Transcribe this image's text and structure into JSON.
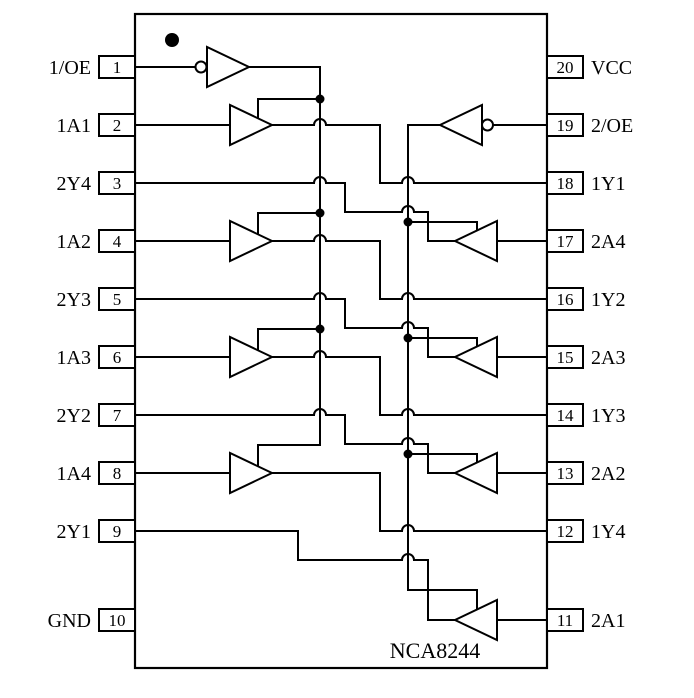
{
  "chip": {
    "title": "NCA8244"
  },
  "colors": {
    "line": "#000000",
    "background": "#ffffff"
  },
  "left_pins": [
    {
      "num": "1",
      "label": "1/OE"
    },
    {
      "num": "2",
      "label": "1A1"
    },
    {
      "num": "3",
      "label": "2Y4"
    },
    {
      "num": "4",
      "label": "1A2"
    },
    {
      "num": "5",
      "label": "2Y3"
    },
    {
      "num": "6",
      "label": "1A3"
    },
    {
      "num": "7",
      "label": "2Y2"
    },
    {
      "num": "8",
      "label": "1A4"
    },
    {
      "num": "9",
      "label": "2Y1"
    },
    {
      "num": "10",
      "label": "GND"
    }
  ],
  "right_pins": [
    {
      "num": "20",
      "label": "VCC"
    },
    {
      "num": "19",
      "label": "2/OE"
    },
    {
      "num": "18",
      "label": "1Y1"
    },
    {
      "num": "17",
      "label": "2A4"
    },
    {
      "num": "16",
      "label": "1Y2"
    },
    {
      "num": "15",
      "label": "2A3"
    },
    {
      "num": "14",
      "label": "1Y3"
    },
    {
      "num": "13",
      "label": "2A2"
    },
    {
      "num": "12",
      "label": "1Y4"
    },
    {
      "num": "11",
      "label": "2A1"
    }
  ]
}
